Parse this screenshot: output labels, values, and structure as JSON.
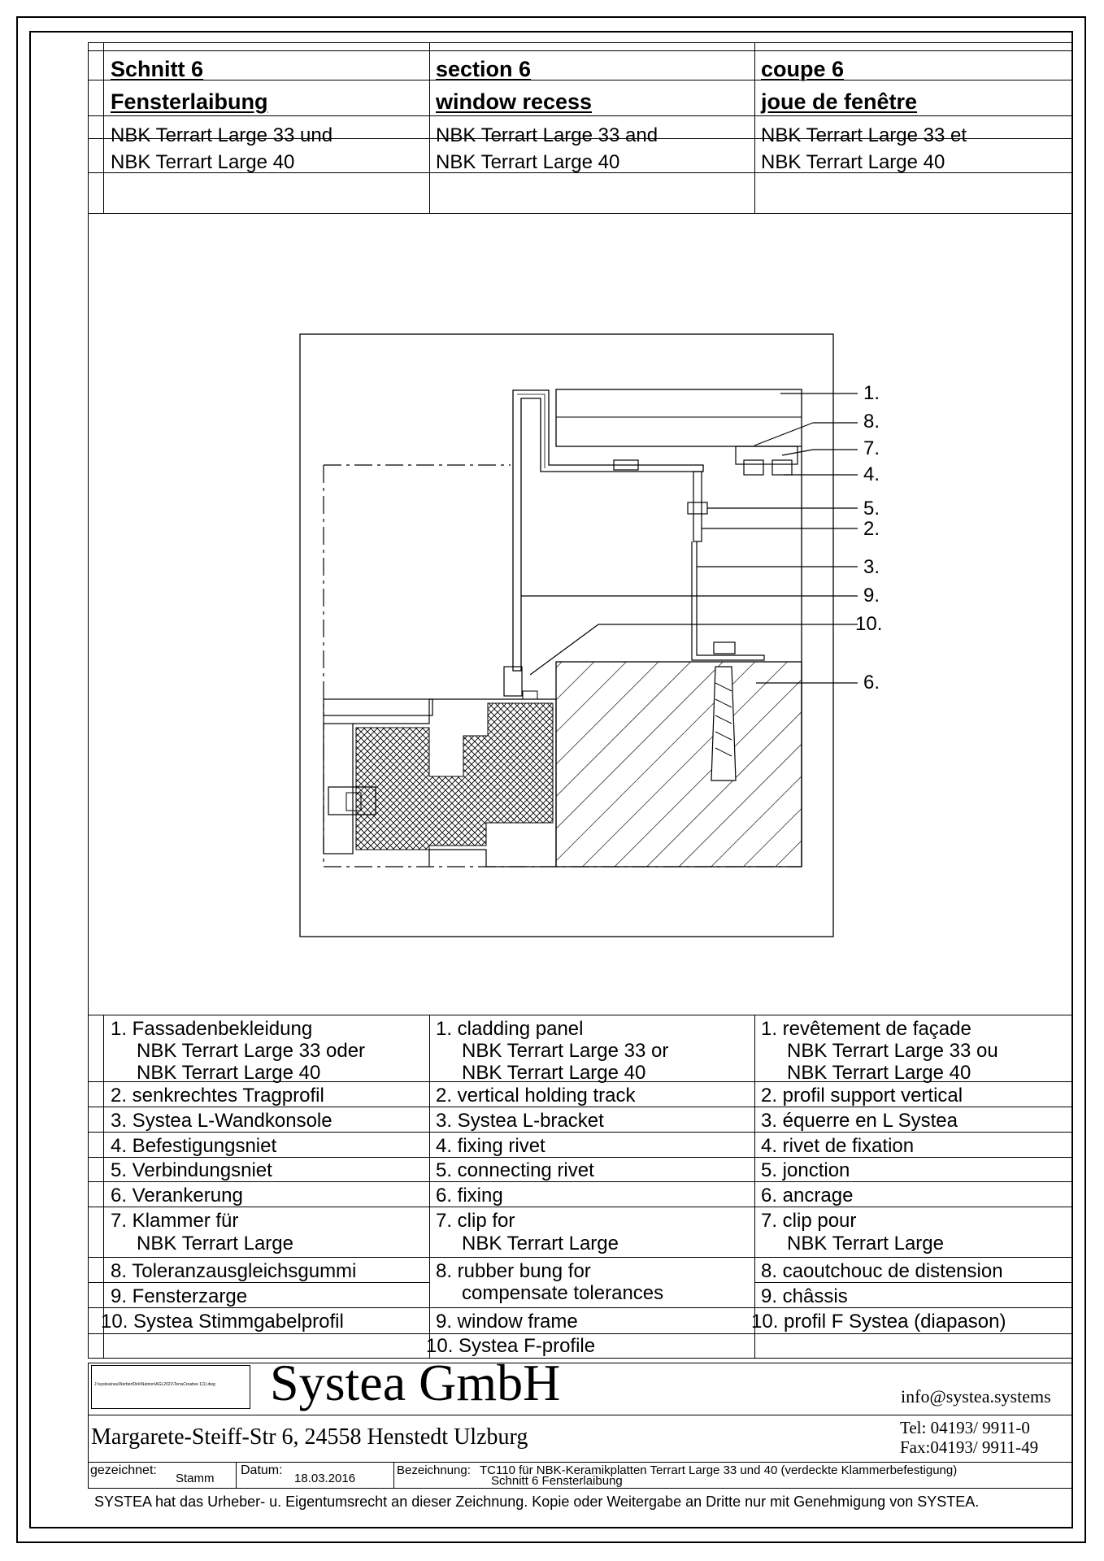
{
  "header": {
    "de": {
      "section": "Schnitt 6",
      "title": "Fensterlaibung",
      "line1": "NBK Terrart Large 33 und",
      "line2": "NBK Terrart Large 40"
    },
    "en": {
      "section": "section 6",
      "title": "window recess",
      "line1": "NBK Terrart Large 33 and",
      "line2": "NBK Terrart Large 40"
    },
    "fr": {
      "section": "coupe 6",
      "title": "joue de fenêtre",
      "line1": "NBK Terrart Large 33 et",
      "line2": "NBK Terrart Large 40"
    }
  },
  "drawing": {
    "labels": [
      "1.",
      "8.",
      "7.",
      "4.",
      "5.",
      "2.",
      "3.",
      "9.",
      "10.",
      "6."
    ]
  },
  "legend": {
    "de": [
      "1. Fassadenbekleidung",
      "NBK Terrart Large 33 oder",
      "NBK Terrart Large 40",
      "2. senkrechtes Tragprofil",
      "3. Systea L-Wandkonsole",
      "4. Befestigungsniet",
      "5. Verbindungsniet",
      "6. Verankerung",
      "7. Klammer für",
      "NBK Terrart Large",
      "8. Toleranzausgleichsgummi",
      "9. Fensterzarge",
      "10. Systea Stimmgabelprofil"
    ],
    "en": [
      "1. cladding panel",
      "NBK Terrart Large 33 or",
      "NBK Terrart Large 40",
      "2. vertical holding track",
      "3. Systea L-bracket",
      "4. fixing rivet",
      "5. connecting rivet",
      "6. fixing",
      "7. clip for",
      "NBK Terrart Large",
      "8. rubber bung for",
      "compensate tolerances",
      "9. window frame",
      "10. Systea F-profile"
    ],
    "fr": [
      "1. revêtement de façade",
      "NBK Terrart Large 33 ou",
      "NBK Terrart Large 40",
      "2. profil support vertical",
      "3. équerre en L Systea",
      "4. rivet de fixation",
      "5. jonction",
      "6. ancrage",
      "7. clip pour",
      "NBK Terrart Large",
      "8. caoutchouc de distension",
      "9. châssis",
      "10. profil F Systea (diapason)"
    ]
  },
  "titleblock": {
    "filepath": "J:\\systea\\neu\\NorbertDirk\\Natrion\\AGL2021\\TerraCreative 1(1).dwg",
    "company": "Systea GmbH",
    "email": "info@systea.systems",
    "address": "Margarete-Steiff-Str 6, 24558 Henstedt Ulzburg",
    "tel": "Tel: 04193/ 9911-0",
    "fax": "Fax:04193/ 9911-49",
    "drawn_label": "gezeichnet:",
    "drawn_value": "Stamm",
    "date_label": "Datum:",
    "date_value": "18.03.2016",
    "desc_label": "Bezeichnung:",
    "desc_line1": "TC110 für NBK-Keramikplatten Terrart Large 33 und 40 (verdeckte Klammerbefestigung)",
    "desc_line2": "Schnitt 6 Fensterlaibung",
    "copyright": "SYSTEA hat das Urheber- u. Eigentumsrecht an dieser Zeichnung. Kopie oder Weitergabe an Dritte nur mit Genehmigung von SYSTEA."
  }
}
